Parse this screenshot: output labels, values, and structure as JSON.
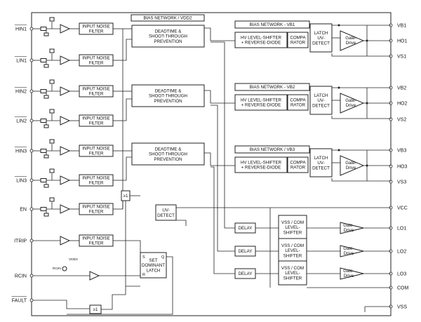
{
  "pins_left": [
    {
      "id": "hin1",
      "label": "HIN1",
      "overbar": true
    },
    {
      "id": "lin1",
      "label": "LIN1",
      "overbar": true
    },
    {
      "id": "hin2",
      "label": "HIN2",
      "overbar": true
    },
    {
      "id": "lin2",
      "label": "LIN2",
      "overbar": true
    },
    {
      "id": "hin3",
      "label": "HIN3",
      "overbar": true
    },
    {
      "id": "lin3",
      "label": "LIN3",
      "overbar": true
    },
    {
      "id": "en",
      "label": "EN",
      "overbar": false
    },
    {
      "id": "itrip",
      "label": "ITRIP",
      "overbar": false
    },
    {
      "id": "rcin",
      "label": "RCIN",
      "overbar": false
    },
    {
      "id": "fault",
      "label": "FAULT",
      "overbar": true
    }
  ],
  "pins_right": [
    "VB1",
    "HO1",
    "VS1",
    "VB2",
    "HO2",
    "VS2",
    "VB3",
    "HO3",
    "VS3",
    "VCC",
    "LO1",
    "LO2",
    "LO3",
    "COM",
    "VSS"
  ],
  "blocks": {
    "filter_label": [
      "INPUT NOISE",
      "FILTER"
    ],
    "bias_vdd2": "BIAS NETWORK / VDD2",
    "deadtime": [
      "DEADTIME &",
      "SHOOT-THROUGH",
      "PREVENTION"
    ],
    "bias_vb": [
      "BIAS NETWORK - VB1",
      "BIAS NETWORK - VB2",
      "BIAS NETWORK / VB3"
    ],
    "hv_shifter": [
      "HV LEVEL-SHIFTER",
      "+ REVERSE-DIODE"
    ],
    "comparator": [
      "COMPA",
      "RATOR"
    ],
    "latch_uv": [
      "LATCH",
      "UV-",
      "DETECT"
    ],
    "gate_drive": [
      "Gate-",
      "Drive"
    ],
    "uv_detect": [
      "UV-",
      "DETECT"
    ],
    "delay": "DELAY",
    "low_shifter": [
      "VSS / COM",
      "LEVEL-",
      "SHIFTER"
    ],
    "set_latch": [
      "SET",
      "DOMINANT",
      "LATCH"
    ],
    "latch_s": "S",
    "latch_r": "R",
    "latch_q": "Q",
    "or_gate": "≥1",
    "vdd2": "VDD2",
    "rcin_label": "RCIN"
  }
}
